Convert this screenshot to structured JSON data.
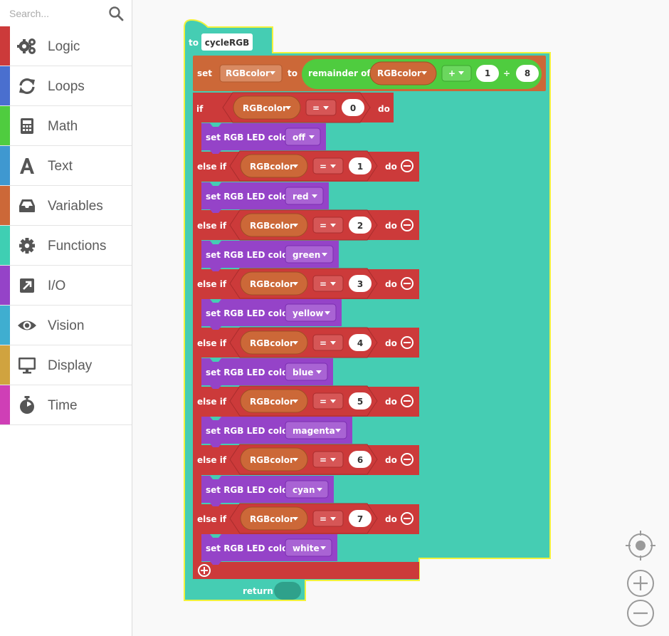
{
  "search": {
    "placeholder": "Search..."
  },
  "toolbox": {
    "categories": [
      {
        "label": "Logic",
        "color": "#cc3a3a",
        "icon": "gears-icon"
      },
      {
        "label": "Loops",
        "color": "#4a6fcf",
        "icon": "loop-arrows-icon"
      },
      {
        "label": "Math",
        "color": "#4fcc3f",
        "icon": "calculator-icon"
      },
      {
        "label": "Text",
        "color": "#3f98d0",
        "icon": "letter-a-icon"
      },
      {
        "label": "Variables",
        "color": "#cc6838",
        "icon": "inbox-icon"
      },
      {
        "label": "Functions",
        "color": "#3fcfb3",
        "icon": "gear-icon"
      },
      {
        "label": "I/O",
        "color": "#9543c8",
        "icon": "external-link-icon"
      },
      {
        "label": "Vision",
        "color": "#3faed0",
        "icon": "eye-icon"
      },
      {
        "label": "Display",
        "color": "#d0a33f",
        "icon": "monitor-icon"
      },
      {
        "label": "Time",
        "color": "#cf3fb6",
        "icon": "stopwatch-icon"
      }
    ]
  },
  "program": {
    "function": {
      "keyword": "to",
      "name": "cycleRGB",
      "return_label": "return"
    },
    "set_block": {
      "keyword": "set",
      "variable": "RGBcolor",
      "to": "to",
      "expr_label": "remainder of",
      "expr_var": "RGBcolor",
      "operator": "+",
      "operand": "1",
      "divide": "÷",
      "divisor": "8"
    },
    "if_keyword": "if",
    "elseif_keyword": "else if",
    "do_keyword": "do",
    "compare_var": "RGBcolor",
    "compare_op": "=",
    "led_label": "set RGB LED color",
    "branches": [
      {
        "value": "0",
        "color": "off"
      },
      {
        "value": "1",
        "color": "red"
      },
      {
        "value": "2",
        "color": "green"
      },
      {
        "value": "3",
        "color": "yellow"
      },
      {
        "value": "4",
        "color": "blue"
      },
      {
        "value": "5",
        "color": "magenta"
      },
      {
        "value": "6",
        "color": "cyan"
      },
      {
        "value": "7",
        "color": "white"
      }
    ]
  },
  "colors": {
    "function": "#45cdb3",
    "variable": "#cc6838",
    "math": "#4fcc3f",
    "logic": "#cc3a3a",
    "io": "#9543c8",
    "highlight": "#f2f23c"
  }
}
